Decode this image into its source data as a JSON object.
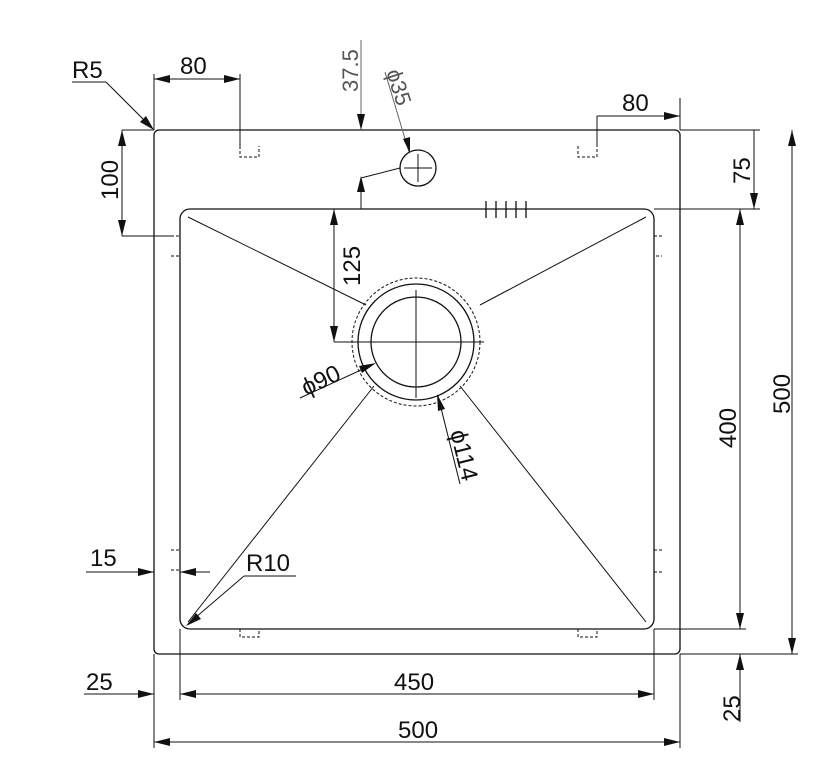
{
  "labels": {
    "top_left_radius": "R5",
    "top_left_offset": "80",
    "top_right_offset": "80",
    "drain_offset": "37.5",
    "tap_hole_dia": "ϕ35",
    "left_bracket": "100",
    "right_ledge": "75",
    "drain_center": "125",
    "drain_inner_dia": "ϕ90",
    "drain_outer_dia": "ϕ114",
    "bowl_height": "400",
    "total_height": "500",
    "wall_offset": "15",
    "inner_radius": "R10",
    "left_margin": "25",
    "bowl_width": "450",
    "bottom_margin": "25",
    "total_width": "500"
  }
}
